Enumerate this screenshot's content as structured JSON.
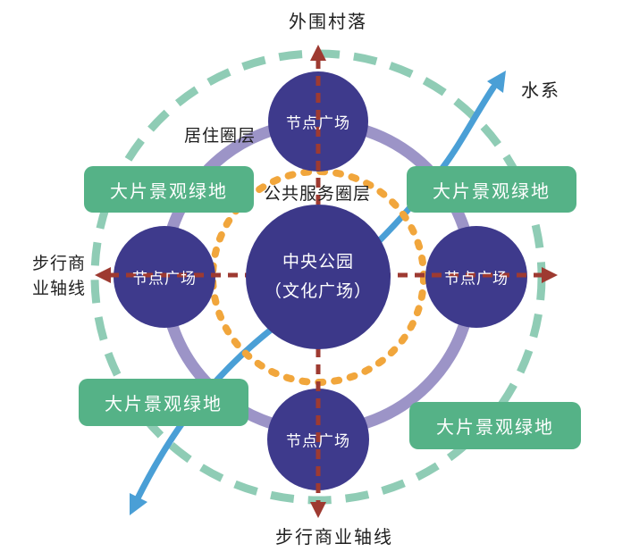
{
  "labels": {
    "top": "外围村落",
    "water": "水系",
    "residential_ring": "居住圈层",
    "public_service_ring": "公共服务圈层",
    "axis_left_line1": "步行商",
    "axis_left_line2": "业轴线",
    "axis_bottom": "步行商业轴线"
  },
  "center_circle": {
    "line1": "中央公园",
    "line2": "（文化广场）"
  },
  "node_plazas": [
    {
      "position": "top",
      "label": "节点广场"
    },
    {
      "position": "left",
      "label": "节点广场"
    },
    {
      "position": "right",
      "label": "节点广场"
    },
    {
      "position": "bottom",
      "label": "节点广场"
    }
  ],
  "green_spaces": [
    {
      "position": "top-left",
      "label": "大片景观绿地"
    },
    {
      "position": "top-right",
      "label": "大片景观绿地"
    },
    {
      "position": "bottom-left",
      "label": "大片景观绿地"
    },
    {
      "position": "bottom-right",
      "label": "大片景观绿地"
    }
  ],
  "colors": {
    "node_circle": "#3e3a8c",
    "green_space": "#55b287",
    "residential_ring_green": "#8fccb5",
    "middle_ring_purple": "#9c94c7",
    "public_service_ring_orange": "#f1a63c",
    "axis_red": "#9e3a31",
    "water_blue": "#4a9fd6",
    "label_text": "#1f1f1f"
  }
}
